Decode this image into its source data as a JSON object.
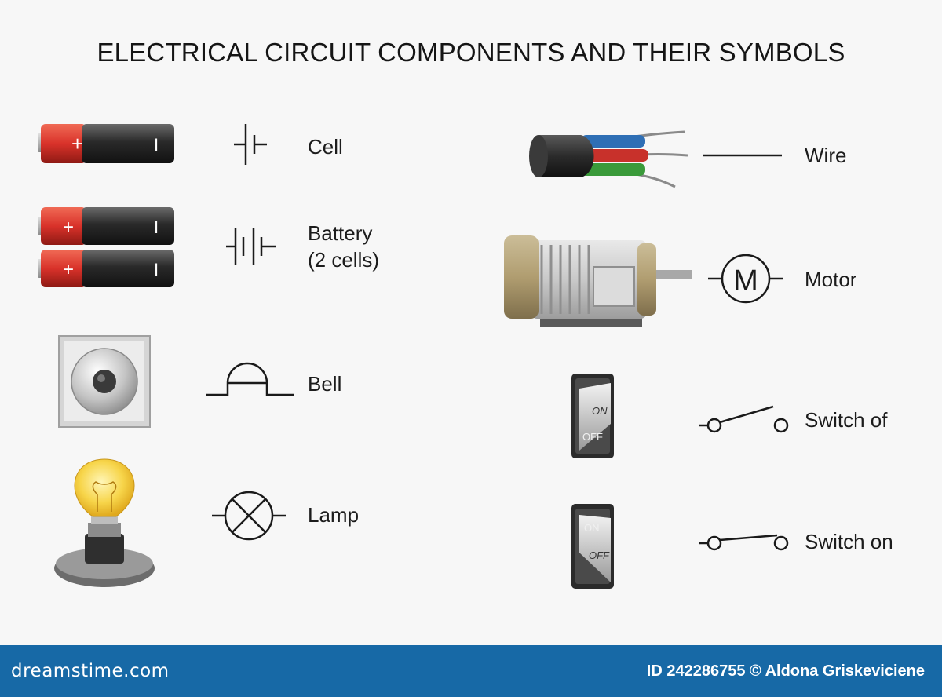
{
  "title": "ELECTRICAL CIRCUIT COMPONENTS AND THEIR SYMBOLS",
  "components": {
    "cell": "Cell",
    "battery": [
      "Battery",
      "(2 cells)"
    ],
    "bell": "Bell",
    "lamp": "Lamp",
    "wire": "Wire",
    "motor": "Motor",
    "motor_symbol": "M",
    "switch_off": "Switch of",
    "switch_on": "Switch on"
  },
  "battery_marks": {
    "plus": "+",
    "minus": "I"
  },
  "switch_marks": {
    "on": "ON",
    "off": "OFF"
  },
  "footer": {
    "brand": "dreamstime.com",
    "credit": "ID 242286755 © Aldona Griskeviciene"
  },
  "colors": {
    "background": "#f7f7f7",
    "footer": "#1769a6",
    "battery_red": "#d9322a",
    "battery_black": "#2a2a2a",
    "wire_blue": "#2f6fb5",
    "wire_red": "#c8312b",
    "wire_green": "#3a9a3a"
  }
}
